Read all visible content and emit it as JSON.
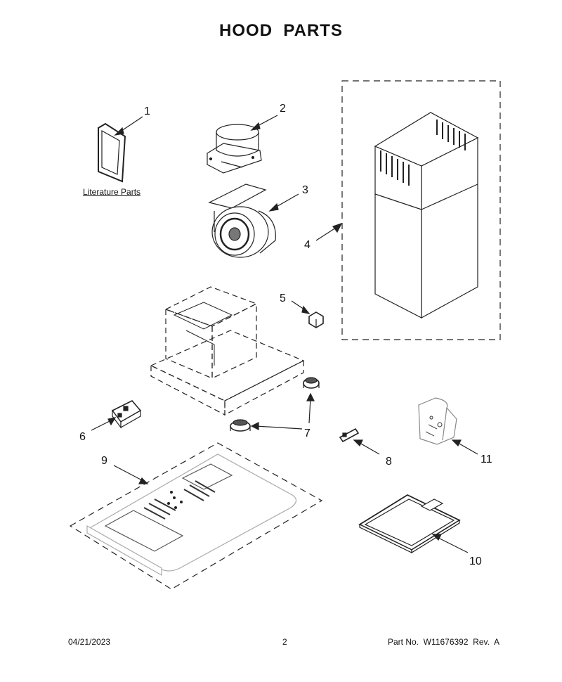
{
  "title": [
    "HOOD",
    "PARTS"
  ],
  "literature_label": "Literature Parts",
  "callouts": [
    "1",
    "2",
    "3",
    "4",
    "5",
    "6",
    "7",
    "8",
    "9",
    "10",
    "11"
  ],
  "footer": {
    "date": "04/21/2023",
    "page": "2",
    "part_no": "Part No.  W11676392  Rev.  A"
  }
}
